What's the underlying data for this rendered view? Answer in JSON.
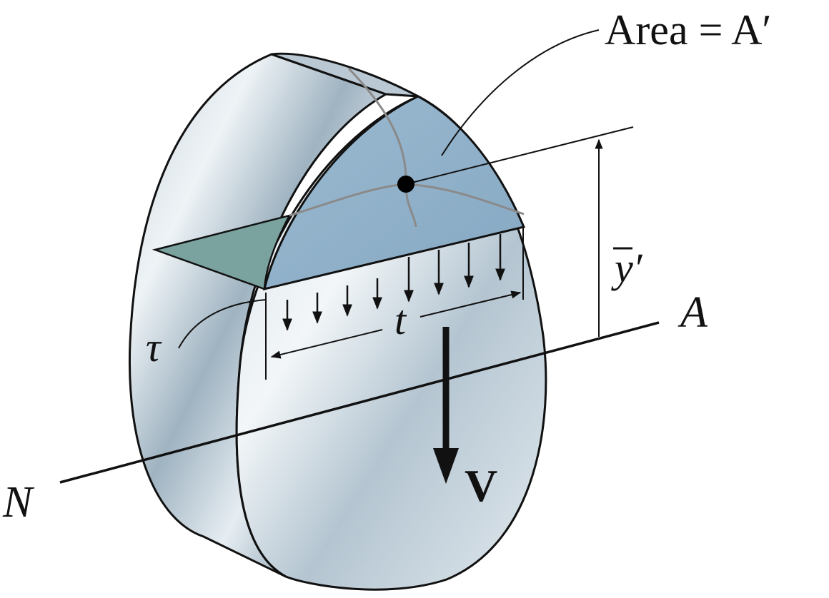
{
  "labels": {
    "area": "Area = A′",
    "ybar": "y′",
    "axis_start": "N",
    "axis_end": "A",
    "shear_stress": "τ",
    "thickness": "t",
    "shear_force": "V"
  },
  "colors": {
    "outline": "#111111",
    "body_light": "#eef3f6",
    "body_mid": "#b9c8d3",
    "body_dark": "#7f97a7",
    "cut_face": "#8eaec7",
    "cut_face_edge": "#7aa3a0",
    "centroid": "#000000"
  }
}
